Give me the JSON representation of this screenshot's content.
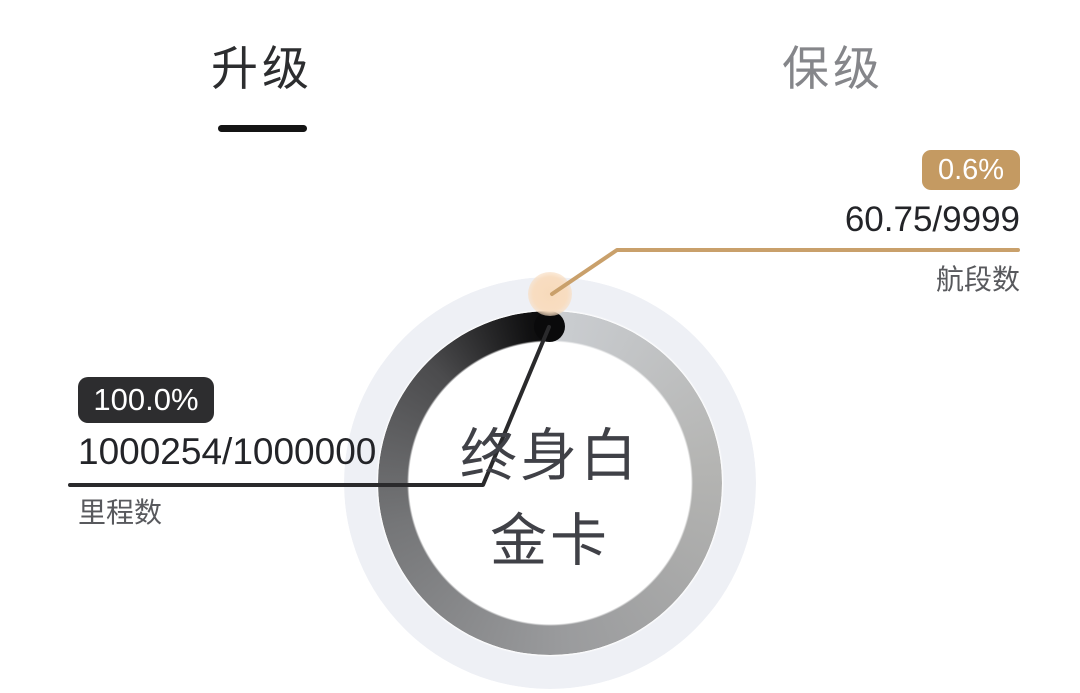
{
  "tabs": [
    {
      "label": "升级",
      "state": "active"
    },
    {
      "label": "保级",
      "state": "inactive"
    }
  ],
  "gauge": {
    "title_line1": "终身白",
    "title_line2": "金卡",
    "title_full": "终身白金卡",
    "mileage": {
      "percent": "100.0%",
      "value": "1000254/1000000",
      "label": "里程数"
    },
    "segments": {
      "percent": "0.6%",
      "value": "60.75/9999",
      "label": "航段数"
    }
  },
  "colors": {
    "mileage_badge": "#2d2d2f",
    "mileage_line": "#2a2a2c",
    "segments_badge": "#c49a62",
    "segments_line": "#c9a06b",
    "segments_dot": "#f8ddc1",
    "ring_track": "#eef0f5",
    "ring_progress_start": "#cbced2",
    "ring_progress_end": "#0a0a0b",
    "active_tab_text": "#2c2d2f",
    "inactive_tab_text": "#85868a"
  },
  "chart_data": {
    "type": "donut-progress",
    "center_label": "终身白金卡",
    "series": [
      {
        "name": "里程数",
        "current": 1000254,
        "target": 1000000,
        "percent": 100.0
      },
      {
        "name": "航段数",
        "current": 60.75,
        "target": 9999,
        "percent": 0.6
      }
    ]
  }
}
